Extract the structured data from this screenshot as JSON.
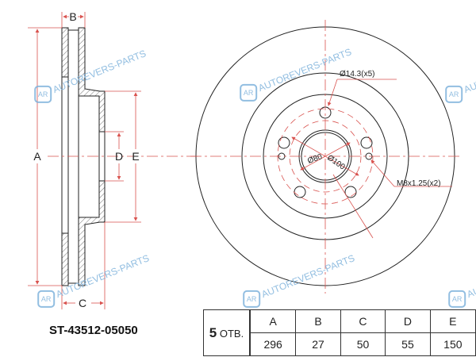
{
  "drawing": {
    "part_number": "ST-43512-05050",
    "side_view_labels": {
      "A": "A",
      "B": "B",
      "C": "C",
      "D": "D",
      "E": "E"
    },
    "front_view_labels": {
      "bolt_holes": "Ø14.3(x5)",
      "inner_dia": "Ø80",
      "pcd": "Ø100",
      "thread": "M8x1.25(x2)"
    },
    "colors": {
      "dimension": "#d9534f",
      "outline": "#222222",
      "watermark": "#7fb3dc"
    }
  },
  "spec_table": {
    "holes_count": "5",
    "holes_suffix": "ОТВ.",
    "headers": [
      "A",
      "B",
      "C",
      "D",
      "E"
    ],
    "values": [
      "296",
      "27",
      "50",
      "55",
      "150"
    ]
  },
  "watermark": {
    "logo": "AR",
    "text": "AUTOREVERS-PARTS"
  }
}
